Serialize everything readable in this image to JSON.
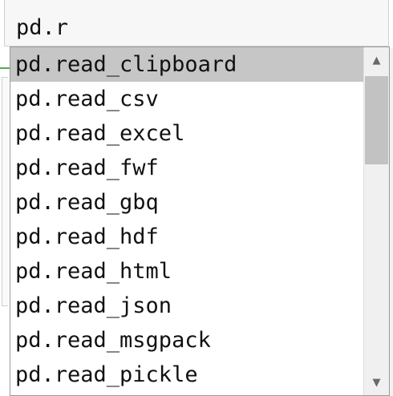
{
  "editor": {
    "input_text": "pd.r"
  },
  "autocomplete": {
    "selected_index": 0,
    "items": [
      "pd.read_clipboard",
      "pd.read_csv",
      "pd.read_excel",
      "pd.read_fwf",
      "pd.read_gbq",
      "pd.read_hdf",
      "pd.read_html",
      "pd.read_json",
      "pd.read_msgpack",
      "pd.read_pickle"
    ],
    "scroll_up_icon": "triangle-up-icon",
    "scroll_down_icon": "triangle-down-icon",
    "arrow_up_glyph": "▲",
    "arrow_down_glyph": "▼",
    "scroll_position": 0.0,
    "visible_fraction": 0.27
  },
  "colors": {
    "selection": "#c6c6c6",
    "cell_accent": "#4caf50",
    "scrollbar_track": "#f0f0f0",
    "scrollbar_thumb": "#c2c2c2"
  }
}
